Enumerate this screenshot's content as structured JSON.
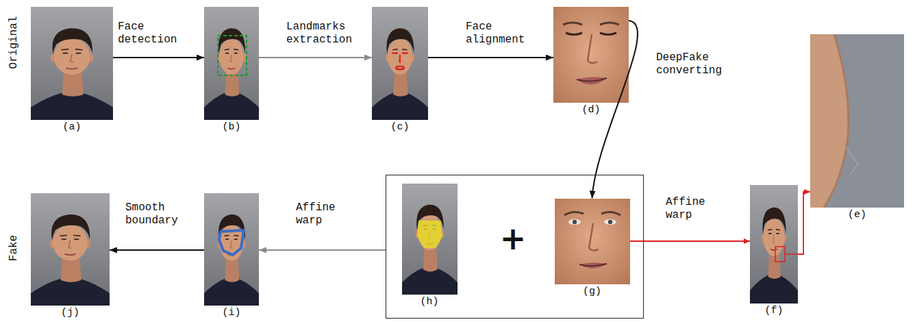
{
  "diagram": {
    "nodes": [
      {
        "text": [
          "(a)"
        ]
      },
      {
        "text": [
          "(b)"
        ]
      },
      {
        "text": [
          "(c)"
        ]
      },
      {
        "text": [
          "(d)"
        ]
      },
      {
        "text": [
          "(e)"
        ]
      },
      {
        "text": [
          "(j)"
        ]
      },
      {
        "text": [
          "(i)"
        ]
      },
      {
        "text": [
          "+"
        ]
      },
      {
        "text": [
          "(h)"
        ],
        "in": 7
      },
      {
        "text": [
          "(g)"
        ],
        "in": 7
      },
      {
        "text": [
          "(f)"
        ]
      }
    ],
    "edges": [
      {
        "from": 0,
        "to": 1,
        "arrow": "to",
        "label": "Face detection"
      },
      {
        "from": 1,
        "to": 2,
        "arrow": "to",
        "label": "Landmarks extraction"
      },
      {
        "from": 2,
        "to": 3,
        "arrow": "to",
        "label": "Face alignment"
      },
      {
        "from": 3,
        "to": 9,
        "arrow": "to",
        "label": "DeepFake converting"
      },
      {
        "from": 9,
        "to": 10,
        "arrow": "to",
        "label": "Affine warp"
      },
      {
        "from": 7,
        "to": 6,
        "arrow": "to",
        "label": "Affine warp"
      },
      {
        "from": 6,
        "to": 5,
        "arrow": "to",
        "label": "Smooth boundary"
      },
      {
        "from": 10,
        "to": 4,
        "arrow": "to"
      }
    ],
    "labels": [
      "Original",
      "Fake"
    ]
  }
}
